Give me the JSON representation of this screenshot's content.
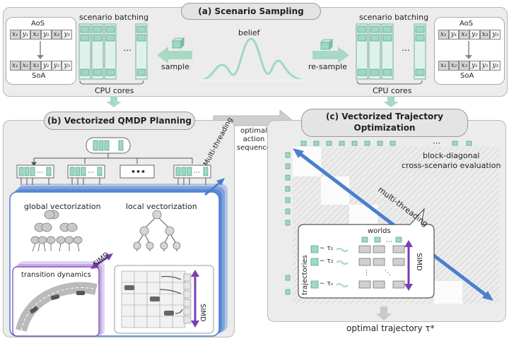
{
  "panel_a": {
    "title": "(a) Scenario Sampling",
    "belief_label": "belief",
    "sample_label": "sample",
    "resample_label": "re-sample",
    "batching_left": "scenario batching",
    "batching_right": "scenario batching",
    "cpu_left": "CPU cores",
    "cpu_right": "CPU cores",
    "aos_label": "AoS",
    "soa_label": "SoA",
    "aos_cells": [
      "x₁",
      "y₁",
      "x₂",
      "y₂",
      "x₃",
      "y₃"
    ],
    "soa_cells": [
      "x₁",
      "x₂",
      "x₃",
      "y₁",
      "y₂",
      "y₃"
    ],
    "ellipsis": "⋯"
  },
  "panel_b": {
    "title": "(b) Vectorized QMDP Planning",
    "multi_threading": "Multi-threading",
    "global_vec": "global vectorization",
    "local_vec": "local vectorization",
    "simd_left": "SIMD",
    "simd_right": "SIMD",
    "transition": "transition dynamics",
    "root_dots": "⋯",
    "group_dots": "⋯"
  },
  "arrow_label": {
    "line1": "optimal",
    "line2": "action",
    "line3": "sequence"
  },
  "panel_c": {
    "title_line1": "(c) Vectorized Trajectory",
    "title_line2": "Optimization",
    "block_line1": "block-diagonal",
    "block_line2": "cross-scenario evaluation",
    "multi_threading": "multi-threading",
    "worlds": "worlds",
    "trajectories": "trajectories",
    "tau1": "∼ τ₁",
    "tau2": "∼ τ₂",
    "tauN": "∼ τₙ",
    "simd": "SIMD",
    "output": "optimal trajectory τ*",
    "top_dots": "⋯"
  },
  "colors": {
    "teal": "#9fd8c4",
    "teal_dark": "#5aa88a",
    "blue": "#4a7fd0",
    "purple": "#7a3fb0",
    "lavender": "#b89ae0"
  }
}
